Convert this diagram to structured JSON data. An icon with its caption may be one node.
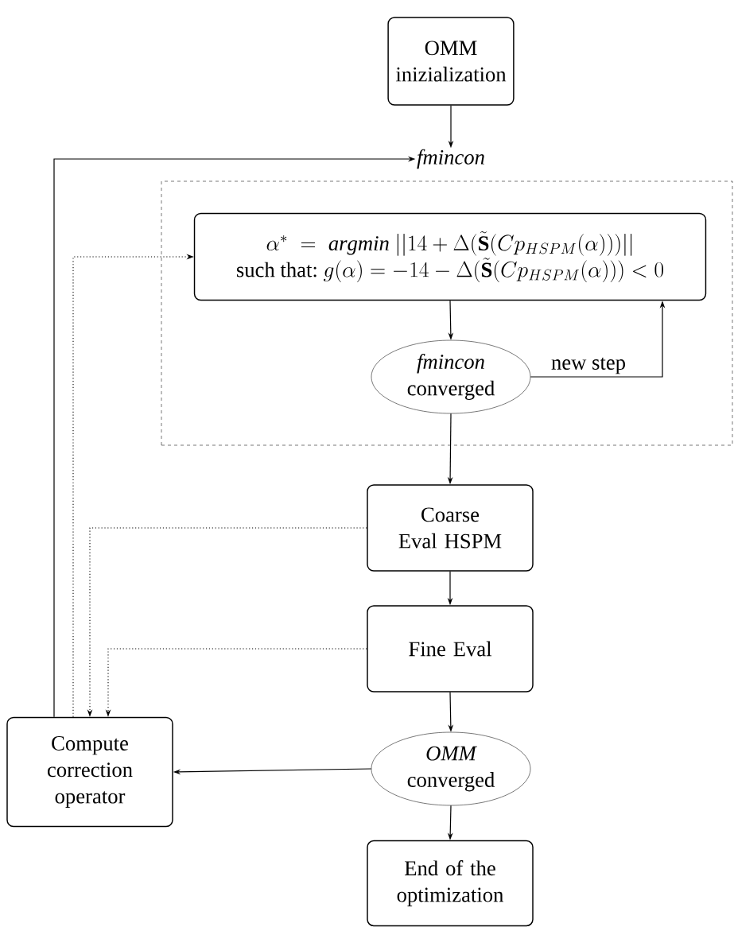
{
  "diagram": {
    "nodes": [
      {
        "text": [
          "OMM inizialization"
        ]
      },
      {
        "text": [
          "fmincon"
        ]
      },
      {
        "text": [],
        "shape": "box"
      },
      {
        "text": [
          "\\alpha^{*} \\;=\\; \\mathit{argmin}\\ ||14+\\Delta(\\tilde{\\mathbf{S}}(Cp_{HSPM}(\\alpha)))||",
          "\\mbox{such that:}\\ g(\\alpha)=-14-\\Delta(\\tilde{\\mathbf{S}}(Cp_{HSPM}(\\alpha)))<0"
        ],
        "in": 2
      },
      {
        "text": [
          "fmincon",
          "converged"
        ],
        "in": 2
      },
      {
        "text": [
          "Coarse Eval HSPM"
        ]
      },
      {
        "text": [
          "Fine Eval"
        ]
      },
      {
        "text": [
          "Compute correction operator"
        ]
      },
      {
        "text": [
          "OMM",
          "converged"
        ]
      },
      {
        "text": [
          "End of the optimization"
        ]
      }
    ],
    "edges": [
      {
        "from": 0,
        "to": 1,
        "arrow": "to"
      },
      {
        "from": 7,
        "to": 1,
        "arrow": "to"
      },
      {
        "from": 7,
        "to": 3,
        "arrow": "to",
        "style": "dashed"
      },
      {
        "from": 3,
        "to": 4,
        "arrow": "to"
      },
      {
        "from": 4,
        "to": 3,
        "arrow": "to",
        "label": "new step"
      },
      {
        "from": 4,
        "to": 5,
        "arrow": "to"
      },
      {
        "from": 5,
        "to": 7,
        "arrow": "to",
        "style": "dashed"
      },
      {
        "from": 6,
        "to": 7,
        "arrow": "to",
        "style": "dashed"
      },
      {
        "from": 5,
        "to": 6,
        "arrow": "to"
      },
      {
        "from": 6,
        "to": 8,
        "arrow": "to"
      },
      {
        "from": 8,
        "to": 7,
        "arrow": "to"
      },
      {
        "from": 8,
        "to": 9,
        "arrow": "to"
      }
    ]
  }
}
